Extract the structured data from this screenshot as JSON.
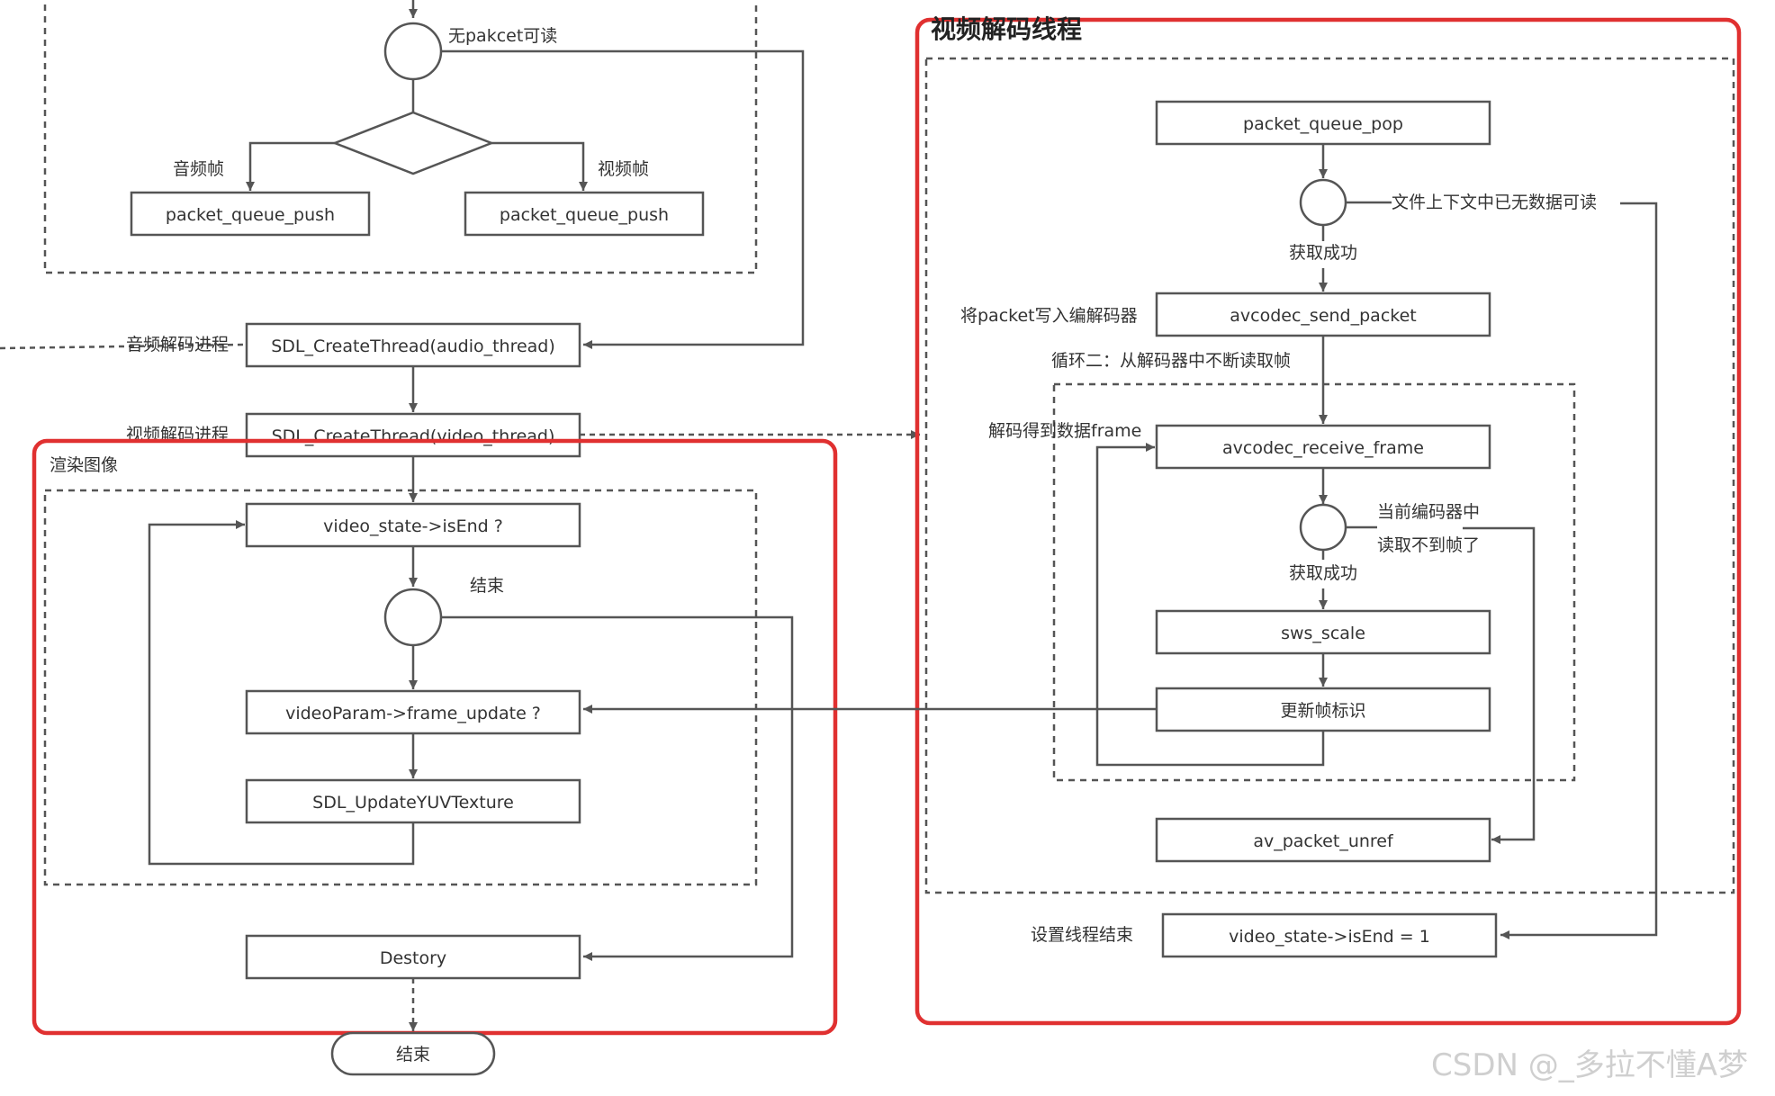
{
  "left_flow": {
    "no_packet_label": "无pakcet可读",
    "audio_frame_label": "音频帧",
    "video_frame_label": "视频帧",
    "audio_push": "packet_queue_push",
    "video_push": "packet_queue_push",
    "audio_thread_label": "音频解码进程",
    "audio_thread": "SDL_CreateThread(audio_thread)",
    "video_thread_label": "视频解码进程",
    "video_thread": "SDL_CreateThread(video_thread)"
  },
  "render": {
    "title": "渲染图像",
    "is_end": "video_state->isEnd ?",
    "end_label": "结束",
    "frame_update": "videoParam->frame_update ?",
    "update_texture": "SDL_UpdateYUVTexture",
    "destroy": "Destory",
    "terminal": "结束"
  },
  "decode": {
    "title": "视频解码线程",
    "queue_pop": "packet_queue_pop",
    "no_data_label": "文件上下文中已无数据可读",
    "get_ok_1": "获取成功",
    "write_packet_label": "将packet写入编解码器",
    "send_packet": "avcodec_send_packet",
    "loop_label": "循环二：从解码器中不断读取帧",
    "got_frame_label": "解码得到数据frame",
    "receive_frame": "avcodec_receive_frame",
    "no_frame_label_1": "当前编码器中",
    "no_frame_label_2": "读取不到帧了",
    "get_ok_2": "获取成功",
    "sws_scale": "sws_scale",
    "update_flag": "更新帧标识",
    "unref": "av_packet_unref",
    "set_end_label": "设置线程结束",
    "set_end": "video_state->isEnd = 1"
  },
  "watermark": "CSDN @_多拉不懂A梦",
  "colors": {
    "highlight": "#e03030",
    "stroke": "#555555",
    "text": "#333333"
  }
}
